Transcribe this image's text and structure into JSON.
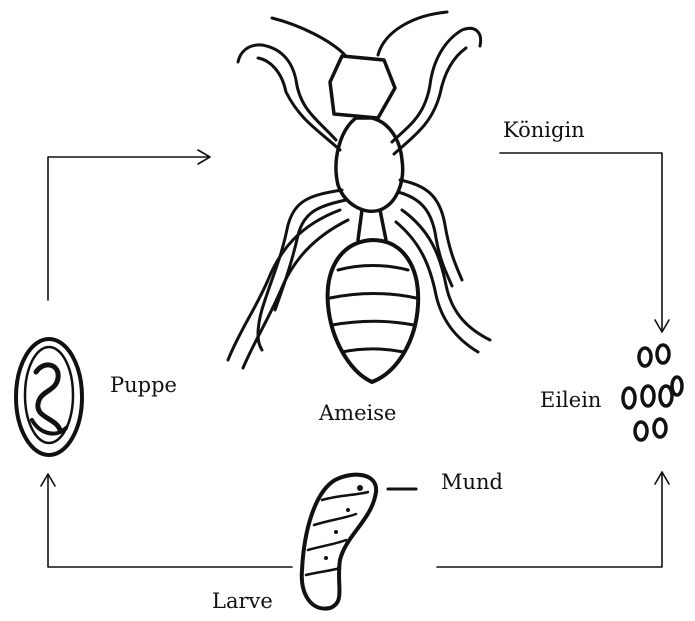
{
  "labels": {
    "queen": "Königin",
    "pupa": "Puppe",
    "ant": "Ameise",
    "eggs": "Eilein",
    "mouth": "Mund",
    "larva": "Larve"
  },
  "colors": {
    "ink": "#111111",
    "background": "#ffffff"
  }
}
